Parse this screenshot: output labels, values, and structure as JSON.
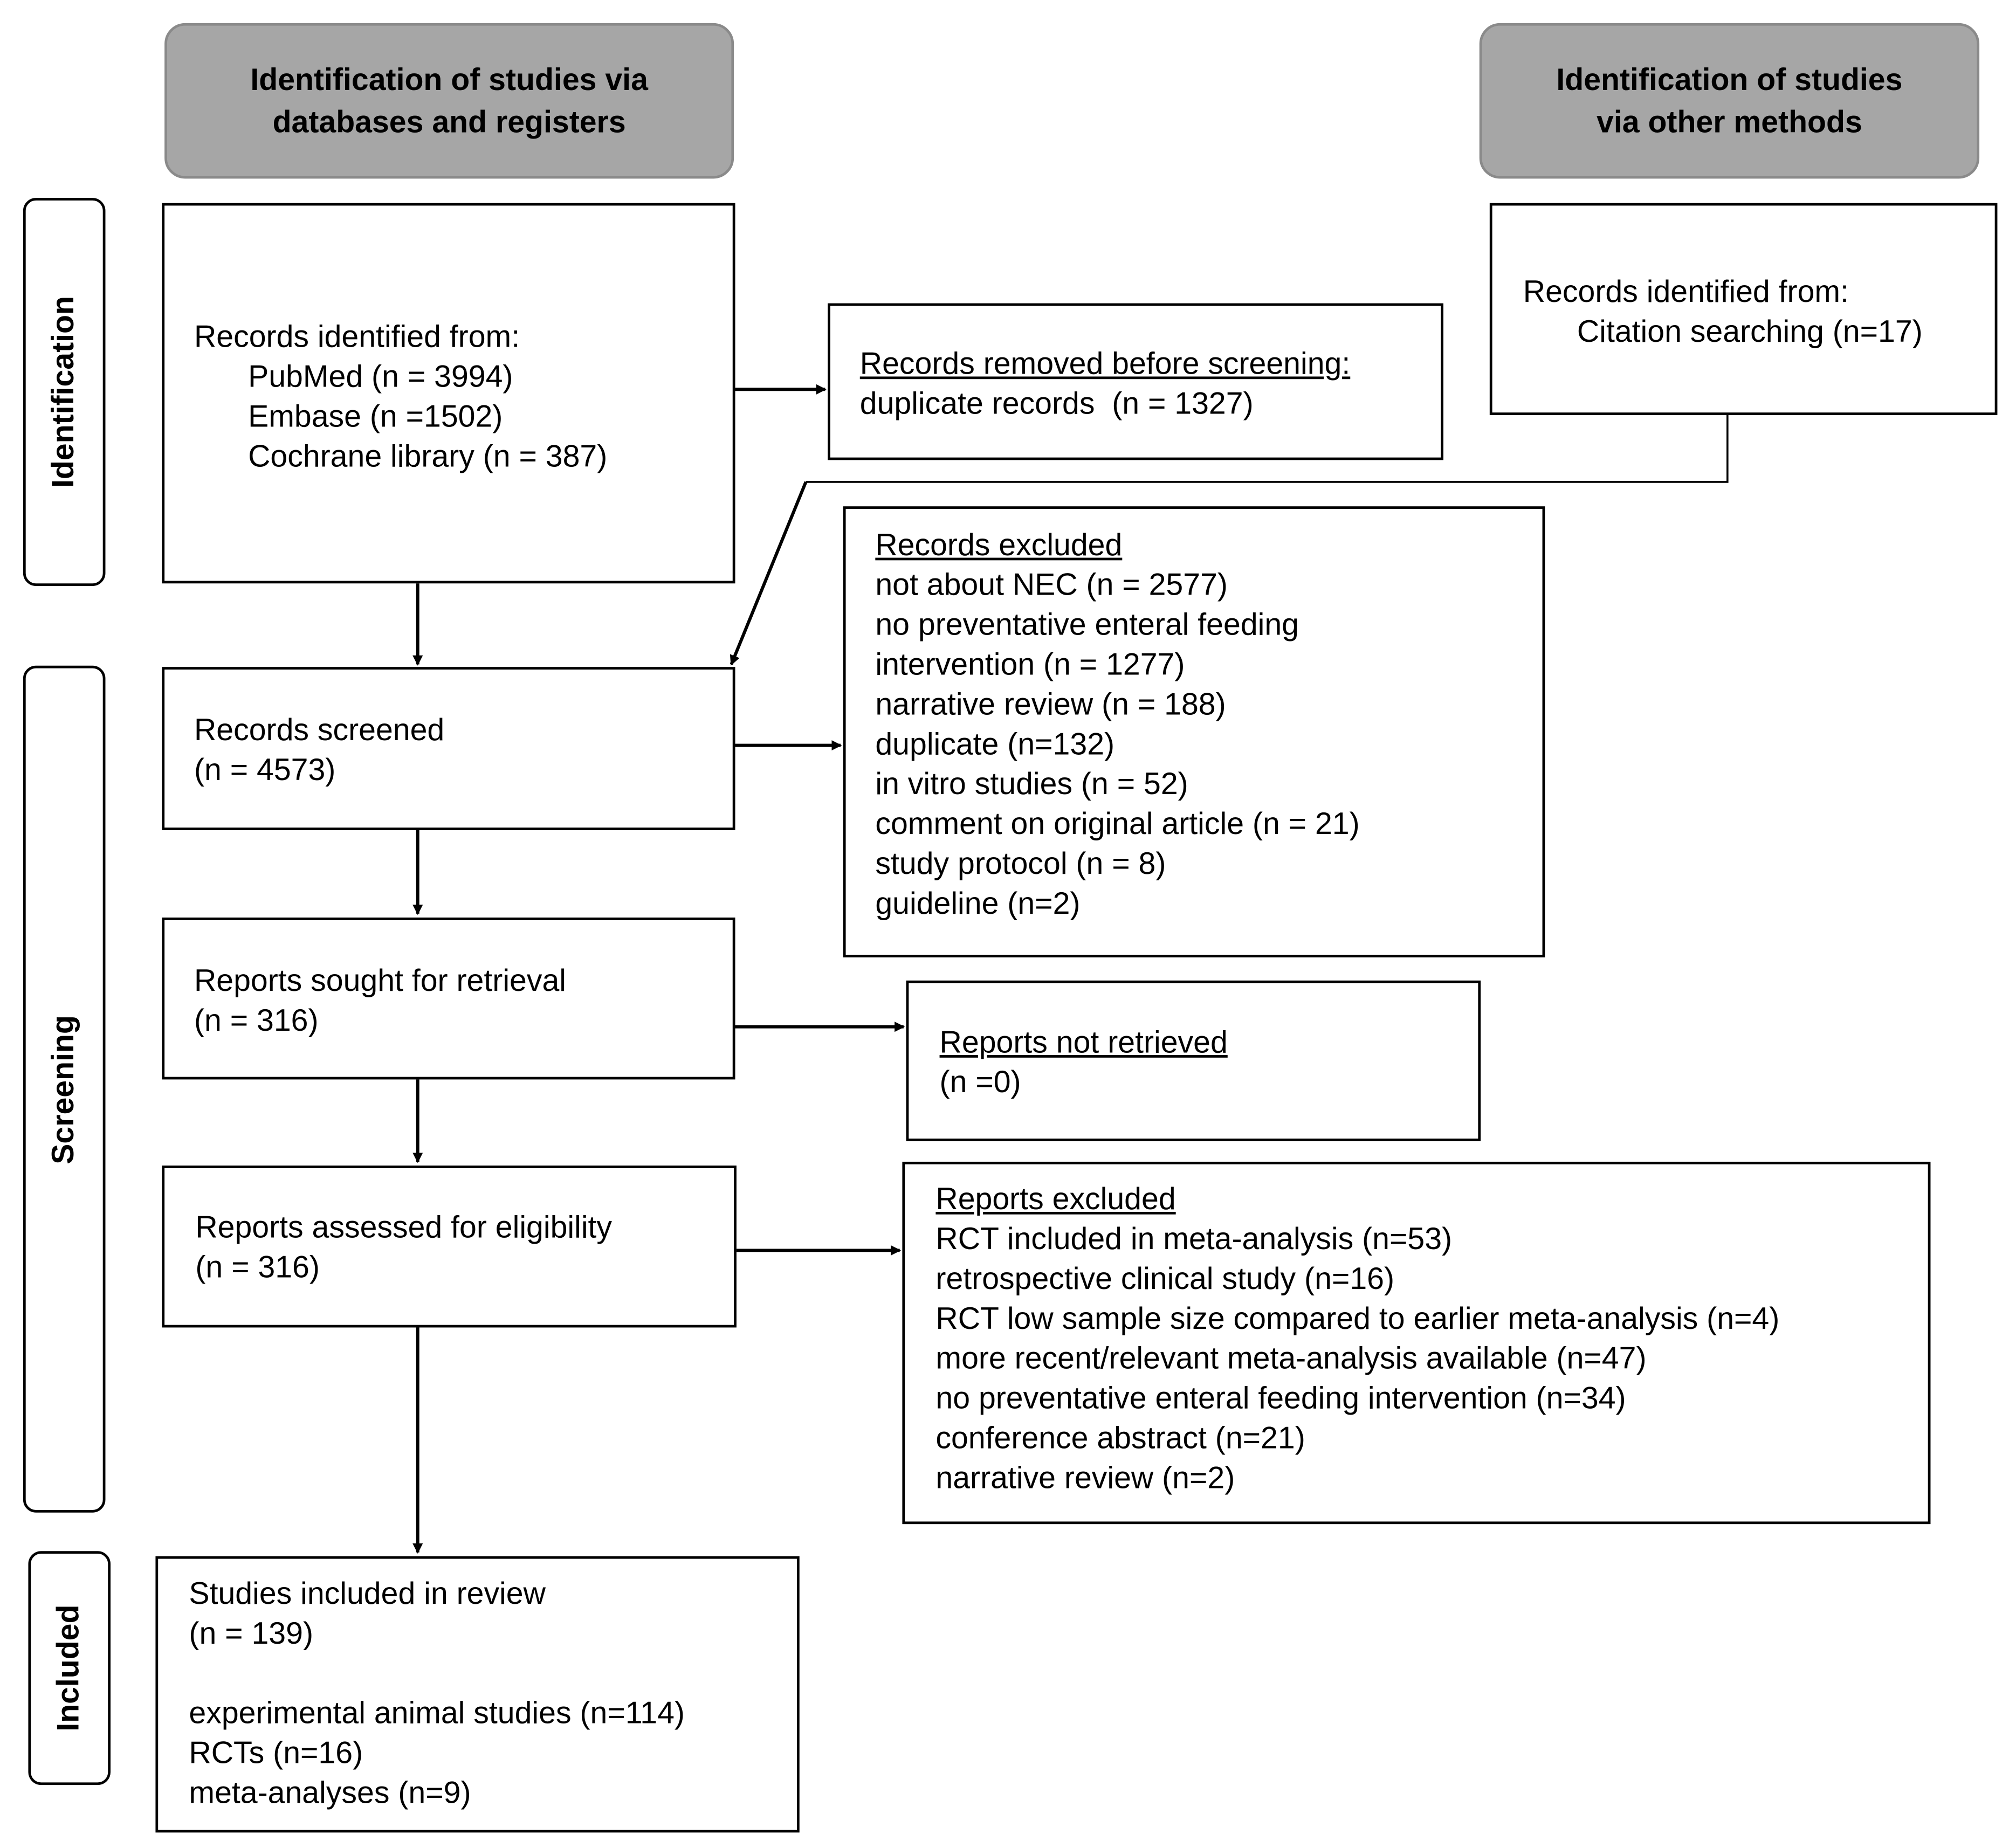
{
  "columns": {
    "databases_title": "Identification of studies via\ndatabases and registers",
    "other_title": "Identification of studies\nvia other methods"
  },
  "phases": {
    "identification": "Identification",
    "screening": "Screening",
    "included": "Included"
  },
  "boxes": {
    "records_identified": {
      "lines": [
        "Records identified from:",
        "PubMed (n = 3994)",
        "Embase (n =1502)",
        "Cochrane library (n = 387)"
      ]
    },
    "records_removed": {
      "heading": "Records removed before screening:",
      "lines": [
        "duplicate records  (n = 1327)"
      ]
    },
    "citation_records": {
      "lines": [
        "Records identified from:",
        "Citation searching (n=17)"
      ]
    },
    "records_screened": {
      "lines": [
        "Records screened",
        "(n = 4573)"
      ]
    },
    "records_excluded": {
      "heading": "Records excluded",
      "lines": [
        "not about NEC (n = 2577)",
        "no preventative enteral feeding",
        "intervention (n = 1277)",
        "narrative review (n = 188)",
        "duplicate (n=132)",
        "in vitro studies (n = 52)",
        "comment on original article (n = 21)",
        "study protocol (n = 8)",
        "guideline (n=2)"
      ]
    },
    "reports_sought": {
      "lines": [
        "Reports sought for retrieval",
        "(n = 316)"
      ]
    },
    "reports_not_retrieved": {
      "heading": "Reports not retrieved",
      "lines": [
        "(n =0)"
      ]
    },
    "reports_assessed": {
      "lines": [
        "Reports assessed for eligibility",
        "(n = 316)"
      ]
    },
    "reports_excluded": {
      "heading": "Reports excluded",
      "lines": [
        "RCT included in meta-analysis (n=53)",
        "retrospective clinical study (n=16)",
        "RCT low sample size compared to earlier meta-analysis (n=4)",
        "more recent/relevant meta-analysis available (n=47)",
        "no preventative enteral feeding intervention (n=34)",
        "conference abstract (n=21)",
        "narrative review (n=2)"
      ]
    },
    "studies_included": {
      "lines": [
        "Studies included in review",
        "(n = 139)"
      ],
      "breakdown": [
        "experimental animal studies (n=114)",
        "RCTs (n=16)",
        "meta-analyses (n=9)"
      ]
    }
  }
}
